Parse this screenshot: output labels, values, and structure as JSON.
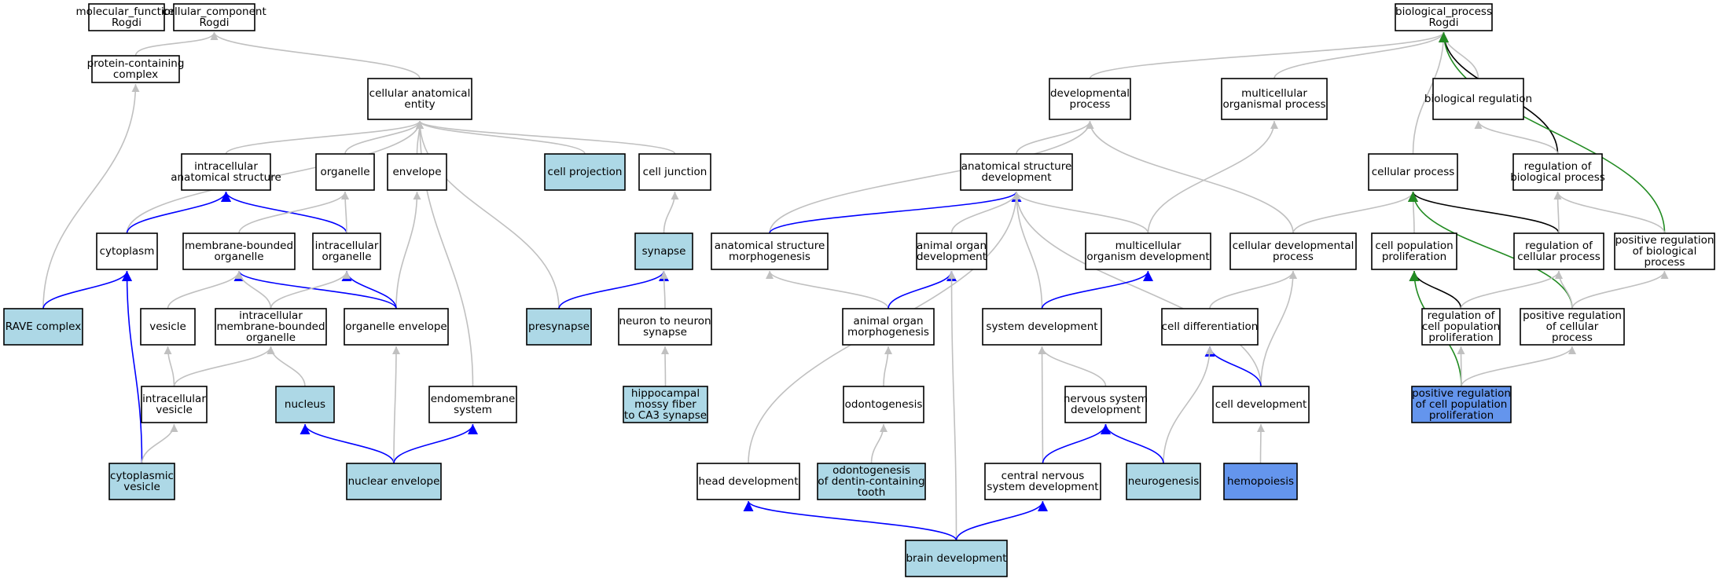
{
  "graph": {
    "colors": {
      "default_fill": "#ffffff",
      "highlight_fill": "#add8e6",
      "strong_fill": "#6495ed",
      "edge_gray": "#c0c0c0",
      "edge_blue": "#0000ff",
      "edge_black": "#000000",
      "edge_green": "#228b22"
    },
    "nodes": [
      {
        "id": "mf",
        "lines": [
          "molecular_function",
          "Rogdi"
        ],
        "fill": "white"
      },
      {
        "id": "cc",
        "lines": [
          "cellular_component",
          "Rogdi"
        ],
        "fill": "white"
      },
      {
        "id": "bp",
        "lines": [
          "biological_process",
          "Rogdi"
        ],
        "fill": "white"
      },
      {
        "id": "pcc",
        "lines": [
          "protein-containing",
          "complex"
        ],
        "fill": "white"
      },
      {
        "id": "cae",
        "lines": [
          "cellular anatomical",
          "entity"
        ],
        "fill": "white"
      },
      {
        "id": "ias",
        "lines": [
          "intracellular",
          "anatomical structure"
        ],
        "fill": "white"
      },
      {
        "id": "organelle",
        "lines": [
          "organelle"
        ],
        "fill": "white"
      },
      {
        "id": "envelope",
        "lines": [
          "envelope"
        ],
        "fill": "white"
      },
      {
        "id": "cproj",
        "lines": [
          "cell projection"
        ],
        "fill": "lightblue"
      },
      {
        "id": "cjunc",
        "lines": [
          "cell junction"
        ],
        "fill": "white"
      },
      {
        "id": "cytoplasm",
        "lines": [
          "cytoplasm"
        ],
        "fill": "white"
      },
      {
        "id": "mbo",
        "lines": [
          "membrane-bounded",
          "organelle"
        ],
        "fill": "white"
      },
      {
        "id": "iorg",
        "lines": [
          "intracellular",
          "organelle"
        ],
        "fill": "white"
      },
      {
        "id": "synapse",
        "lines": [
          "synapse"
        ],
        "fill": "lightblue"
      },
      {
        "id": "rave",
        "lines": [
          "RAVE complex"
        ],
        "fill": "lightblue"
      },
      {
        "id": "vesicle",
        "lines": [
          "vesicle"
        ],
        "fill": "white"
      },
      {
        "id": "imbo",
        "lines": [
          "intracellular",
          "membrane-bounded",
          "organelle"
        ],
        "fill": "white"
      },
      {
        "id": "oenv",
        "lines": [
          "organelle envelope"
        ],
        "fill": "white"
      },
      {
        "id": "presyn",
        "lines": [
          "presynapse"
        ],
        "fill": "lightblue"
      },
      {
        "id": "n2n",
        "lines": [
          "neuron to neuron",
          "synapse"
        ],
        "fill": "white"
      },
      {
        "id": "ivesicle",
        "lines": [
          "intracellular",
          "vesicle"
        ],
        "fill": "white"
      },
      {
        "id": "nucleus",
        "lines": [
          "nucleus"
        ],
        "fill": "lightblue"
      },
      {
        "id": "endo",
        "lines": [
          "endomembrane",
          "system"
        ],
        "fill": "white"
      },
      {
        "id": "hippo",
        "lines": [
          "hippocampal",
          "mossy fiber",
          "to CA3 synapse"
        ],
        "fill": "lightblue"
      },
      {
        "id": "cvesicle",
        "lines": [
          "cytoplasmic",
          "vesicle"
        ],
        "fill": "lightblue"
      },
      {
        "id": "nenv",
        "lines": [
          "nuclear envelope"
        ],
        "fill": "lightblue"
      },
      {
        "id": "devp",
        "lines": [
          "developmental",
          "process"
        ],
        "fill": "white"
      },
      {
        "id": "mop",
        "lines": [
          "multicellular",
          "organismal process"
        ],
        "fill": "white"
      },
      {
        "id": "breg",
        "lines": [
          "biological regulation"
        ],
        "fill": "white"
      },
      {
        "id": "asd",
        "lines": [
          "anatomical structure",
          "development"
        ],
        "fill": "white"
      },
      {
        "id": "cellp",
        "lines": [
          "cellular process"
        ],
        "fill": "white"
      },
      {
        "id": "rbp",
        "lines": [
          "regulation of",
          "biological process"
        ],
        "fill": "white"
      },
      {
        "id": "asm",
        "lines": [
          "anatomical structure",
          "morphogenesis"
        ],
        "fill": "white"
      },
      {
        "id": "aod",
        "lines": [
          "animal organ",
          "development"
        ],
        "fill": "white"
      },
      {
        "id": "mod",
        "lines": [
          "multicellular",
          "organism development"
        ],
        "fill": "white"
      },
      {
        "id": "cdp",
        "lines": [
          "cellular developmental",
          "process"
        ],
        "fill": "white"
      },
      {
        "id": "cpp",
        "lines": [
          "cell population",
          "proliferation"
        ],
        "fill": "white"
      },
      {
        "id": "rcp",
        "lines": [
          "regulation of",
          "cellular process"
        ],
        "fill": "white"
      },
      {
        "id": "prbp",
        "lines": [
          "positive regulation",
          "of biological",
          "process"
        ],
        "fill": "white"
      },
      {
        "id": "aom",
        "lines": [
          "animal organ",
          "morphogenesis"
        ],
        "fill": "white"
      },
      {
        "id": "sysdev",
        "lines": [
          "system development"
        ],
        "fill": "white"
      },
      {
        "id": "cdiff",
        "lines": [
          "cell differentiation"
        ],
        "fill": "white"
      },
      {
        "id": "rcpp",
        "lines": [
          "regulation of",
          "cell population",
          "proliferation"
        ],
        "fill": "white"
      },
      {
        "id": "prcp",
        "lines": [
          "positive regulation",
          "of cellular",
          "process"
        ],
        "fill": "white"
      },
      {
        "id": "odonto",
        "lines": [
          "odontogenesis"
        ],
        "fill": "white"
      },
      {
        "id": "nsd",
        "lines": [
          "nervous system",
          "development"
        ],
        "fill": "white"
      },
      {
        "id": "celldev",
        "lines": [
          "cell development"
        ],
        "fill": "white"
      },
      {
        "id": "prcpp",
        "lines": [
          "positive regulation",
          "of cell population",
          "proliferation"
        ],
        "fill": "strong"
      },
      {
        "id": "headdev",
        "lines": [
          "head development"
        ],
        "fill": "white"
      },
      {
        "id": "odt",
        "lines": [
          "odontogenesis",
          "of dentin-containing",
          "tooth"
        ],
        "fill": "lightblue"
      },
      {
        "id": "cnsd",
        "lines": [
          "central nervous",
          "system development"
        ],
        "fill": "white"
      },
      {
        "id": "neurogen",
        "lines": [
          "neurogenesis"
        ],
        "fill": "lightblue"
      },
      {
        "id": "hemo",
        "lines": [
          "hemopoiesis"
        ],
        "fill": "strong"
      },
      {
        "id": "braindev",
        "lines": [
          "brain development"
        ],
        "fill": "lightblue"
      }
    ],
    "edges": [
      {
        "from": "pcc",
        "to": "cc",
        "color": "gray"
      },
      {
        "from": "cae",
        "to": "cc",
        "color": "gray"
      },
      {
        "from": "ias",
        "to": "cae",
        "color": "gray"
      },
      {
        "from": "organelle",
        "to": "cae",
        "color": "gray"
      },
      {
        "from": "envelope",
        "to": "cae",
        "color": "gray"
      },
      {
        "from": "cproj",
        "to": "cae",
        "color": "gray"
      },
      {
        "from": "cjunc",
        "to": "cae",
        "color": "gray"
      },
      {
        "from": "cytoplasm",
        "to": "cae",
        "color": "gray"
      },
      {
        "from": "presyn",
        "to": "cae",
        "color": "gray"
      },
      {
        "from": "endo",
        "to": "cae",
        "color": "gray"
      },
      {
        "from": "rave",
        "to": "pcc",
        "color": "gray"
      },
      {
        "from": "rave",
        "to": "cytoplasm",
        "color": "blue"
      },
      {
        "from": "cytoplasm",
        "to": "ias",
        "color": "blue"
      },
      {
        "from": "iorg",
        "to": "ias",
        "color": "blue"
      },
      {
        "from": "mbo",
        "to": "organelle",
        "color": "gray"
      },
      {
        "from": "iorg",
        "to": "organelle",
        "color": "gray"
      },
      {
        "from": "oenv",
        "to": "envelope",
        "color": "gray"
      },
      {
        "from": "oenv",
        "to": "mbo",
        "color": "blue"
      },
      {
        "from": "oenv",
        "to": "iorg",
        "color": "blue"
      },
      {
        "from": "vesicle",
        "to": "mbo",
        "color": "gray"
      },
      {
        "from": "imbo",
        "to": "mbo",
        "color": "gray"
      },
      {
        "from": "imbo",
        "to": "iorg",
        "color": "gray"
      },
      {
        "from": "ivesicle",
        "to": "vesicle",
        "color": "gray"
      },
      {
        "from": "ivesicle",
        "to": "imbo",
        "color": "gray"
      },
      {
        "from": "nucleus",
        "to": "imbo",
        "color": "gray"
      },
      {
        "from": "cvesicle",
        "to": "cytoplasm",
        "color": "blue"
      },
      {
        "from": "cvesicle",
        "to": "ivesicle",
        "color": "gray"
      },
      {
        "from": "nenv",
        "to": "nucleus",
        "color": "blue"
      },
      {
        "from": "nenv",
        "to": "oenv",
        "color": "gray"
      },
      {
        "from": "nenv",
        "to": "endo",
        "color": "blue"
      },
      {
        "from": "synapse",
        "to": "cjunc",
        "color": "gray"
      },
      {
        "from": "presyn",
        "to": "synapse",
        "color": "blue"
      },
      {
        "from": "n2n",
        "to": "synapse",
        "color": "gray"
      },
      {
        "from": "hippo",
        "to": "n2n",
        "color": "gray"
      },
      {
        "from": "devp",
        "to": "bp",
        "color": "gray"
      },
      {
        "from": "mop",
        "to": "bp",
        "color": "gray"
      },
      {
        "from": "breg",
        "to": "bp",
        "color": "gray"
      },
      {
        "from": "cellp",
        "to": "bp",
        "color": "gray"
      },
      {
        "from": "rbp",
        "to": "bp",
        "color": "black"
      },
      {
        "from": "prbp",
        "to": "bp",
        "color": "green"
      },
      {
        "from": "asd",
        "to": "devp",
        "color": "gray"
      },
      {
        "from": "asm",
        "to": "devp",
        "color": "gray"
      },
      {
        "from": "cdp",
        "to": "devp",
        "color": "gray"
      },
      {
        "from": "mod",
        "to": "mop",
        "color": "gray"
      },
      {
        "from": "rbp",
        "to": "breg",
        "color": "gray"
      },
      {
        "from": "asm",
        "to": "asd",
        "color": "blue"
      },
      {
        "from": "aod",
        "to": "asd",
        "color": "gray"
      },
      {
        "from": "mod",
        "to": "asd",
        "color": "gray"
      },
      {
        "from": "sysdev",
        "to": "asd",
        "color": "gray"
      },
      {
        "from": "celldev",
        "to": "asd",
        "color": "gray"
      },
      {
        "from": "headdev",
        "to": "asd",
        "color": "gray"
      },
      {
        "from": "cdp",
        "to": "cellp",
        "color": "gray"
      },
      {
        "from": "cpp",
        "to": "cellp",
        "color": "gray"
      },
      {
        "from": "rcp",
        "to": "cellp",
        "color": "black"
      },
      {
        "from": "prcp",
        "to": "cellp",
        "color": "green"
      },
      {
        "from": "rcp",
        "to": "rbp",
        "color": "gray"
      },
      {
        "from": "prbp",
        "to": "rbp",
        "color": "gray"
      },
      {
        "from": "aom",
        "to": "asm",
        "color": "gray"
      },
      {
        "from": "aom",
        "to": "aod",
        "color": "blue"
      },
      {
        "from": "braindev",
        "to": "aod",
        "color": "gray"
      },
      {
        "from": "sysdev",
        "to": "mod",
        "color": "blue"
      },
      {
        "from": "cdiff",
        "to": "cdp",
        "color": "gray"
      },
      {
        "from": "celldev",
        "to": "cdp",
        "color": "gray"
      },
      {
        "from": "rcpp",
        "to": "cpp",
        "color": "black"
      },
      {
        "from": "prcpp",
        "to": "cpp",
        "color": "green"
      },
      {
        "from": "rcpp",
        "to": "rcp",
        "color": "gray"
      },
      {
        "from": "prcp",
        "to": "rcp",
        "color": "gray"
      },
      {
        "from": "prcp",
        "to": "prbp",
        "color": "gray"
      },
      {
        "from": "odonto",
        "to": "aom",
        "color": "gray"
      },
      {
        "from": "nsd",
        "to": "sysdev",
        "color": "gray"
      },
      {
        "from": "cnsd",
        "to": "sysdev",
        "color": "gray"
      },
      {
        "from": "celldev",
        "to": "cdiff",
        "color": "blue"
      },
      {
        "from": "neurogen",
        "to": "cdiff",
        "color": "gray"
      },
      {
        "from": "prcpp",
        "to": "rcpp",
        "color": "gray"
      },
      {
        "from": "prcpp",
        "to": "prcp",
        "color": "gray"
      },
      {
        "from": "odt",
        "to": "odonto",
        "color": "gray"
      },
      {
        "from": "cnsd",
        "to": "nsd",
        "color": "blue"
      },
      {
        "from": "neurogen",
        "to": "nsd",
        "color": "blue"
      },
      {
        "from": "hemo",
        "to": "celldev",
        "color": "gray"
      },
      {
        "from": "braindev",
        "to": "headdev",
        "color": "blue"
      },
      {
        "from": "braindev",
        "to": "cnsd",
        "color": "blue"
      }
    ]
  }
}
